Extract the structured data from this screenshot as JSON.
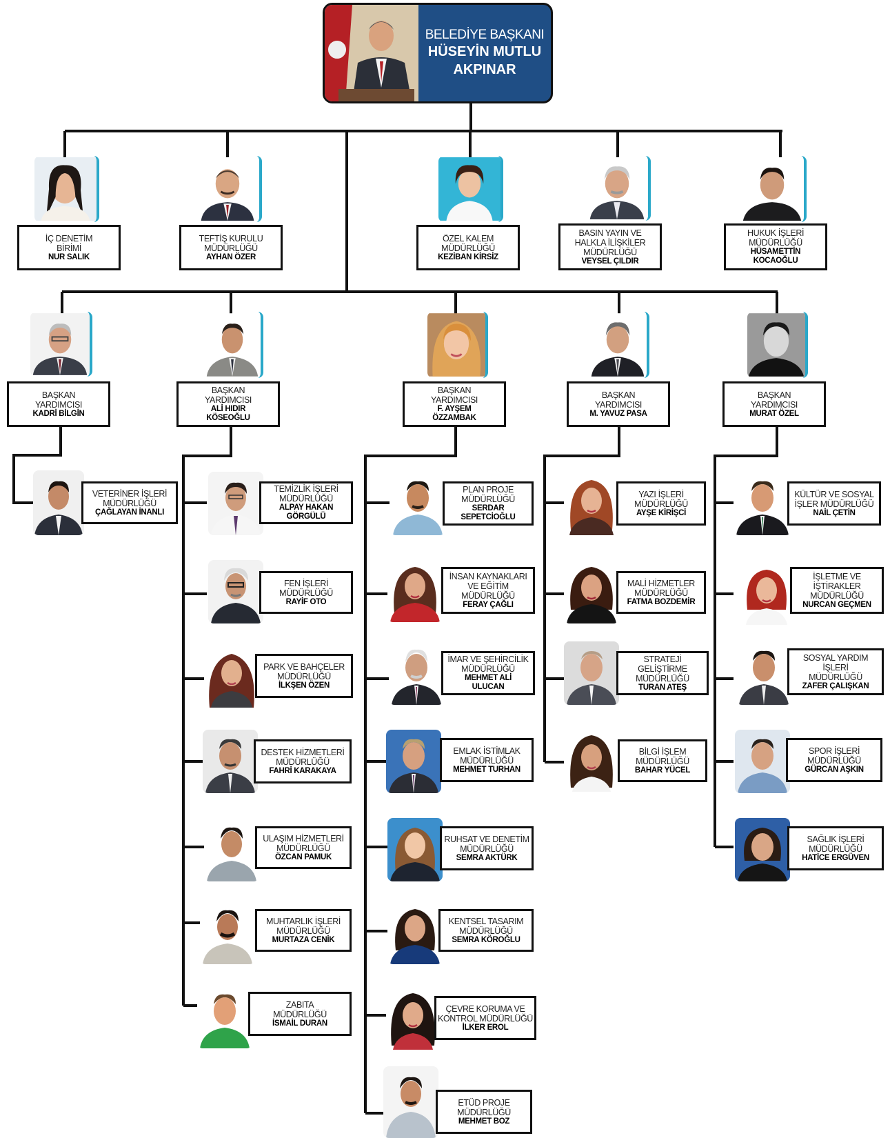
{
  "head": {
    "title": "BELEDİYE BAŞKANI",
    "name_line1": "HÜSEYİN MUTLU",
    "name_line2": "AKPINAR"
  },
  "top_units": [
    {
      "label": "İÇ DENETİM\nBİRİMİ",
      "name": "NUR SALIK"
    },
    {
      "label": "TEFTİŞ KURULU\nMÜDÜRLÜĞÜ",
      "name": "AYHAN ÖZER"
    },
    {
      "label": "ÖZEL KALEM\nMÜDÜRLÜĞÜ",
      "name": "KEZİBAN KİRSİZ"
    },
    {
      "label": "BASIN YAYIN VE\nHALKLA İLİŞKİLER\nMÜDÜRLÜĞÜ",
      "name": "VEYSEL ÇILDIR"
    },
    {
      "label": "HUKUK İŞLERİ\nMÜDÜRLÜĞÜ",
      "name": "HÜSAMETTİN\nKOCAOĞLU"
    }
  ],
  "deputies": [
    {
      "label": "BAŞKAN\nYARDIMCISI",
      "name": "KADRİ BİLGİN",
      "units": [
        {
          "label": "VETERİNER İŞLERİ\nMÜDÜRLÜĞÜ",
          "name": "ÇAĞLAYAN İNANLI"
        }
      ]
    },
    {
      "label": "BAŞKAN\nYARDIMCISI",
      "name": "ALİ HIDIR\nKÖSEOĞLU",
      "units": [
        {
          "label": "TEMİZLİK İŞLERİ\nMÜDÜRLÜĞÜ",
          "name": "ALPAY HAKAN\nGÖRGÜLÜ"
        },
        {
          "label": "FEN İŞLERİ\nMÜDÜRLÜĞÜ",
          "name": "RAYİF OTO"
        },
        {
          "label": "PARK VE BAHÇELER\nMÜDÜRLÜĞÜ",
          "name": "İLKŞEN ÖZEN"
        },
        {
          "label": "DESTEK HİZMETLERİ\nMÜDÜRLÜĞÜ",
          "name": "FAHRİ KARAKAYA"
        },
        {
          "label": "ULAŞIM HİZMETLERİ\nMÜDÜRLÜĞÜ",
          "name": "ÖZCAN PAMUK"
        },
        {
          "label": "MUHTARLIK İŞLERİ\nMÜDÜRLÜĞÜ",
          "name": "MURTAZA CENİK"
        },
        {
          "label": "ZABITA\nMÜDÜRLÜĞÜ",
          "name": "İSMAİL DURAN"
        }
      ]
    },
    {
      "label": "BAŞKAN\nYARDIMCISI",
      "name": "F. AYŞEM\nÖZZAMBAK",
      "units": [
        {
          "label": "PLAN PROJE\nMÜDÜRLÜĞÜ",
          "name": "SERDAR\nSEPETCİOĞLU"
        },
        {
          "label": "İNSAN KAYNAKLARI\nVE EĞİTİM\nMÜDÜRLÜĞÜ",
          "name": "FERAY ÇAĞLI"
        },
        {
          "label": "İMAR VE ŞEHİRCİLİK\nMÜDÜRLÜĞÜ",
          "name": "MEHMET ALİ\nULUCAN"
        },
        {
          "label": "EMLAK İSTİMLAK\nMÜDÜRLÜĞÜ",
          "name": "MEHMET TURHAN"
        },
        {
          "label": "RUHSAT VE DENETİM\nMÜDÜRLÜĞÜ",
          "name": "SEMRA AKTÜRK"
        },
        {
          "label": "KENTSEL TASARIM\nMÜDÜRLÜĞÜ",
          "name": "SEMRA KÖROĞLU"
        },
        {
          "label": "ÇEVRE KORUMA VE\nKONTROL MÜDÜRLÜĞÜ",
          "name": "İLKER EROL"
        },
        {
          "label": "ETÜD PROJE\nMÜDÜRLÜĞÜ",
          "name": "MEHMET BOZ"
        }
      ]
    },
    {
      "label": "BAŞKAN\nYARDIMCISI",
      "name": "M. YAVUZ PASA",
      "units": [
        {
          "label": "YAZI İŞLERİ\nMÜDÜRLÜĞÜ",
          "name": "AYŞE KİRİŞCİ"
        },
        {
          "label": "MALİ HİZMETLER\nMÜDÜRLÜĞÜ",
          "name": "FATMA BOZDEMİR"
        },
        {
          "label": "STRATEJİ GELİŞTİRME\nMÜDÜRLÜĞÜ",
          "name": "TURAN ATEŞ"
        },
        {
          "label": "BİLGİ İŞLEM\nMÜDÜRLÜĞÜ",
          "name": "BAHAR YÜCEL"
        }
      ]
    },
    {
      "label": "BAŞKAN\nYARDIMCISI",
      "name": "MURAT ÖZEL",
      "units": [
        {
          "label": "KÜLTÜR VE SOSYAL\nİŞLER MÜDÜRLÜĞÜ",
          "name": "NAİL ÇETİN"
        },
        {
          "label": "İŞLETME VE\nİŞTİRAKLER\nMÜDÜRLÜĞÜ",
          "name": "NURCAN GEÇMEN"
        },
        {
          "label": "SOSYAL YARDIM\nİŞLERİ\nMÜDÜRLÜĞÜ",
          "name": "ZAFER ÇALIŞKAN"
        },
        {
          "label": "SPOR İŞLERİ\nMÜDÜRLÜĞÜ",
          "name": "GÜRCAN AŞKIN"
        },
        {
          "label": "SAĞLIK İŞLERİ\nMÜDÜRLÜĞÜ",
          "name": "HATİCE ERGÜVEN"
        }
      ]
    }
  ],
  "colors": {
    "head_bg": "#1f4e85",
    "line": "#111111",
    "photo_edge": "#2aa8c9"
  }
}
